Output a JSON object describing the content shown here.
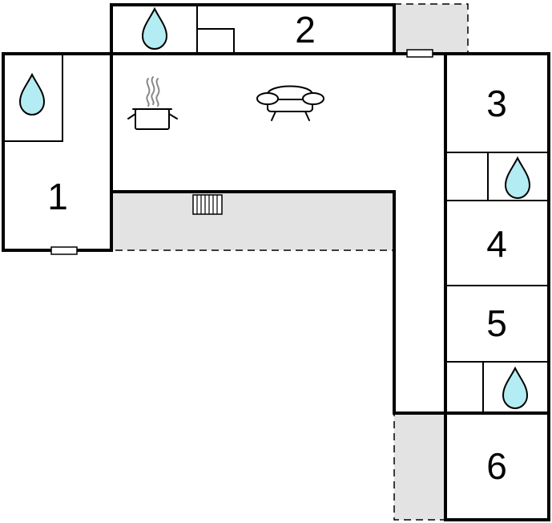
{
  "rooms": [
    {
      "id": "room-1",
      "label": "1"
    },
    {
      "id": "room-2",
      "label": "2"
    },
    {
      "id": "room-3",
      "label": "3"
    },
    {
      "id": "room-4",
      "label": "4"
    },
    {
      "id": "room-5",
      "label": "5"
    },
    {
      "id": "room-6",
      "label": "6"
    }
  ],
  "icons": {
    "bathroom": "water-drop-icon",
    "kitchen": "cooking-pot-icon",
    "living": "sofa-icon",
    "heater": "radiator-icon"
  },
  "colors": {
    "water_drop": "#b3ecf2",
    "outdoor_area": "#e3e3e3",
    "walls": "#000000"
  }
}
